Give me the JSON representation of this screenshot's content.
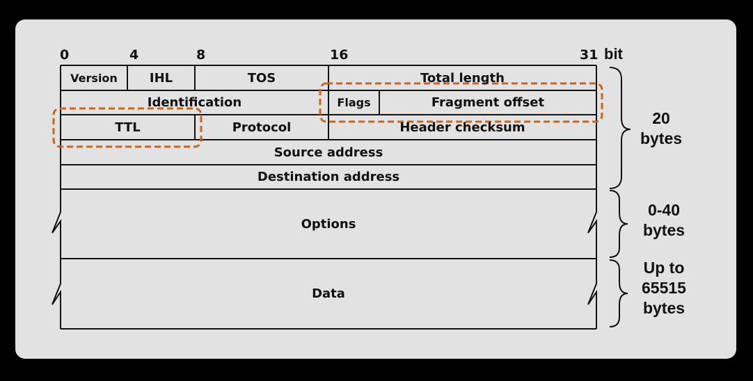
{
  "bit_scale": {
    "ticks": [
      "0",
      "4",
      "8",
      "16",
      "31"
    ],
    "unit": "bit"
  },
  "header_rows": [
    [
      "Version",
      "IHL",
      "TOS",
      "Total length"
    ],
    [
      "Identification",
      "Flags",
      "Fragment offset"
    ],
    [
      "TTL",
      "Protocol",
      "Header checksum"
    ],
    [
      "Source address"
    ],
    [
      "Destination address"
    ]
  ],
  "fields": {
    "version": "Version",
    "ihl": "IHL",
    "tos": "TOS",
    "total_length": "Total length",
    "identification": "Identification",
    "flags": "Flags",
    "fragment_offset": "Fragment offset",
    "ttl": "TTL",
    "protocol": "Protocol",
    "header_checksum": "Header checksum",
    "source_address": "Source address",
    "destination_address": "Destination address",
    "options": "Options",
    "data": "Data"
  },
  "size_labels": {
    "header": [
      "20",
      "bytes"
    ],
    "options": [
      "0-40",
      "bytes"
    ],
    "data": [
      "Up to",
      "65515",
      "bytes"
    ]
  },
  "highlighted_fields": [
    "Flags",
    "Fragment offset",
    "TTL"
  ],
  "colors": {
    "page_background": "#000000",
    "card_background": "#e2e2e2",
    "line": "#111111",
    "highlight": "#c8641e"
  }
}
